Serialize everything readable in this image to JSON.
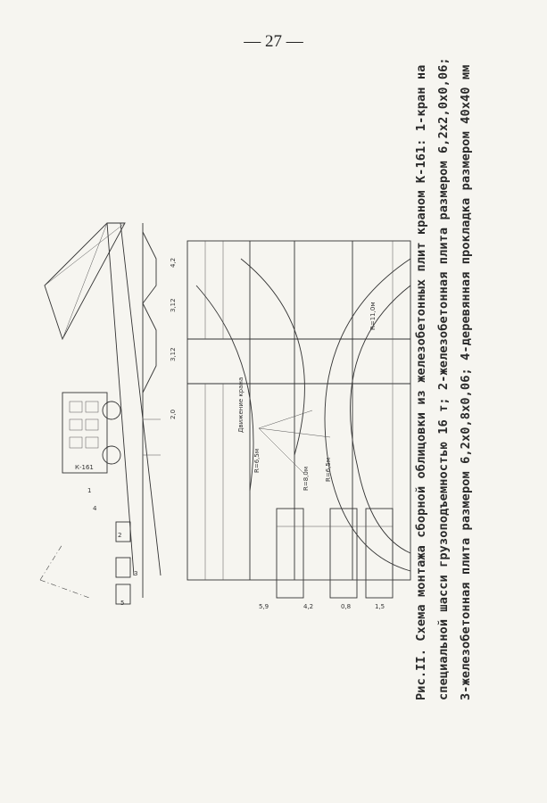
{
  "page": {
    "number": "— 27 —"
  },
  "caption": {
    "lines": [
      "Рис.II. Схема монтажа сборной облицовки из железобетонных плит краном К-161: 1-кран на",
      "специальной шасси грузоподъемностью 16 т; 2-железобетонная плита размером 6,2х2,0х0,06;",
      "3-железобетонная плита размером 6,2х0,8х0,06; 4-деревянная прокладка размером 40х40 мм"
    ]
  },
  "drawing": {
    "labels": {
      "crane_model": "К-161",
      "leader_1": "1",
      "leader_2": "2",
      "leader_3": "3",
      "leader_4": "4",
      "leader_5": "5",
      "movement": "Движение крана",
      "radius_a": "R=6,5м",
      "radius_b": "R=8,0м",
      "radius_c": "R=6,5м",
      "radius_d": "R=11,0м",
      "dim_a": "4,2",
      "dim_b": "3,12",
      "dim_c": "3,12",
      "dim_d": "2,0",
      "dim_e": "5,9",
      "dim_f": "4,2",
      "dim_g": "0,8",
      "dim_h": "1,5"
    }
  }
}
